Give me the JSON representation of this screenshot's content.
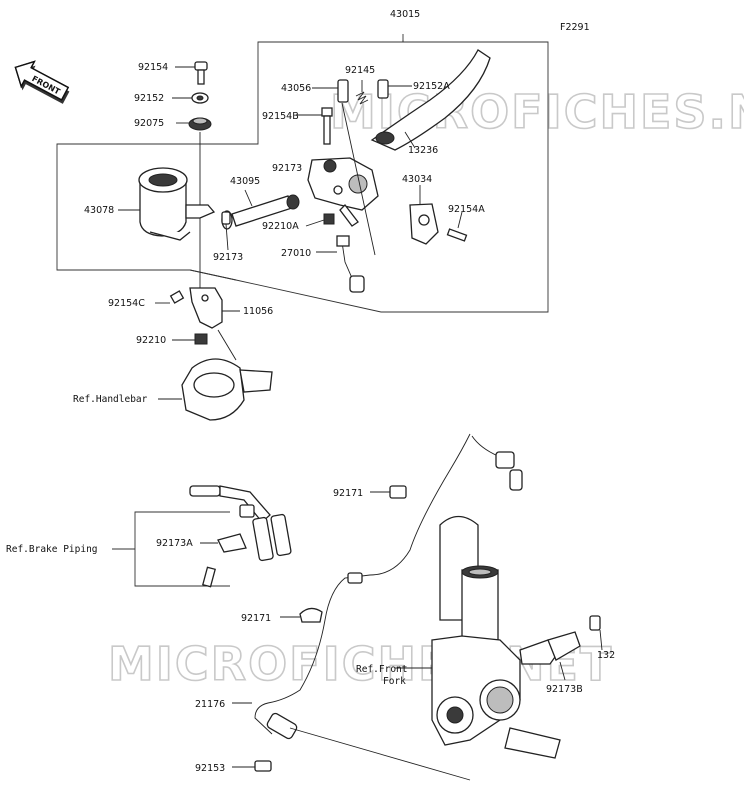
{
  "diagram_code": "F2291",
  "watermark": "MICROFICHES.NET",
  "front_badge": "FRONT",
  "labels": {
    "p43015": "43015",
    "p92154": "92154",
    "p92152": "92152",
    "p92075": "92075",
    "p43056": "43056",
    "p92145": "92145",
    "p92152A": "92152A",
    "p92154B": "92154B",
    "p13236": "13236",
    "p43078": "43078",
    "p43095": "43095",
    "p92173": "92173",
    "p43034": "43034",
    "p92154A": "92154A",
    "p92210A": "92210A",
    "p27010": "27010",
    "p92173b": "92173",
    "p92154C": "92154C",
    "p11056": "11056",
    "p92210": "92210",
    "ref_handlebar": "Ref.Handlebar",
    "p92171a": "92171",
    "ref_brake_piping": "Ref.Brake Piping",
    "p92173A": "92173A",
    "p92171b": "92171",
    "p132": "132",
    "ref_front_fork_1": "Ref.Front",
    "ref_front_fork_2": "Fork",
    "p92173B": "92173B",
    "p21176": "21176",
    "p92153": "92153"
  }
}
